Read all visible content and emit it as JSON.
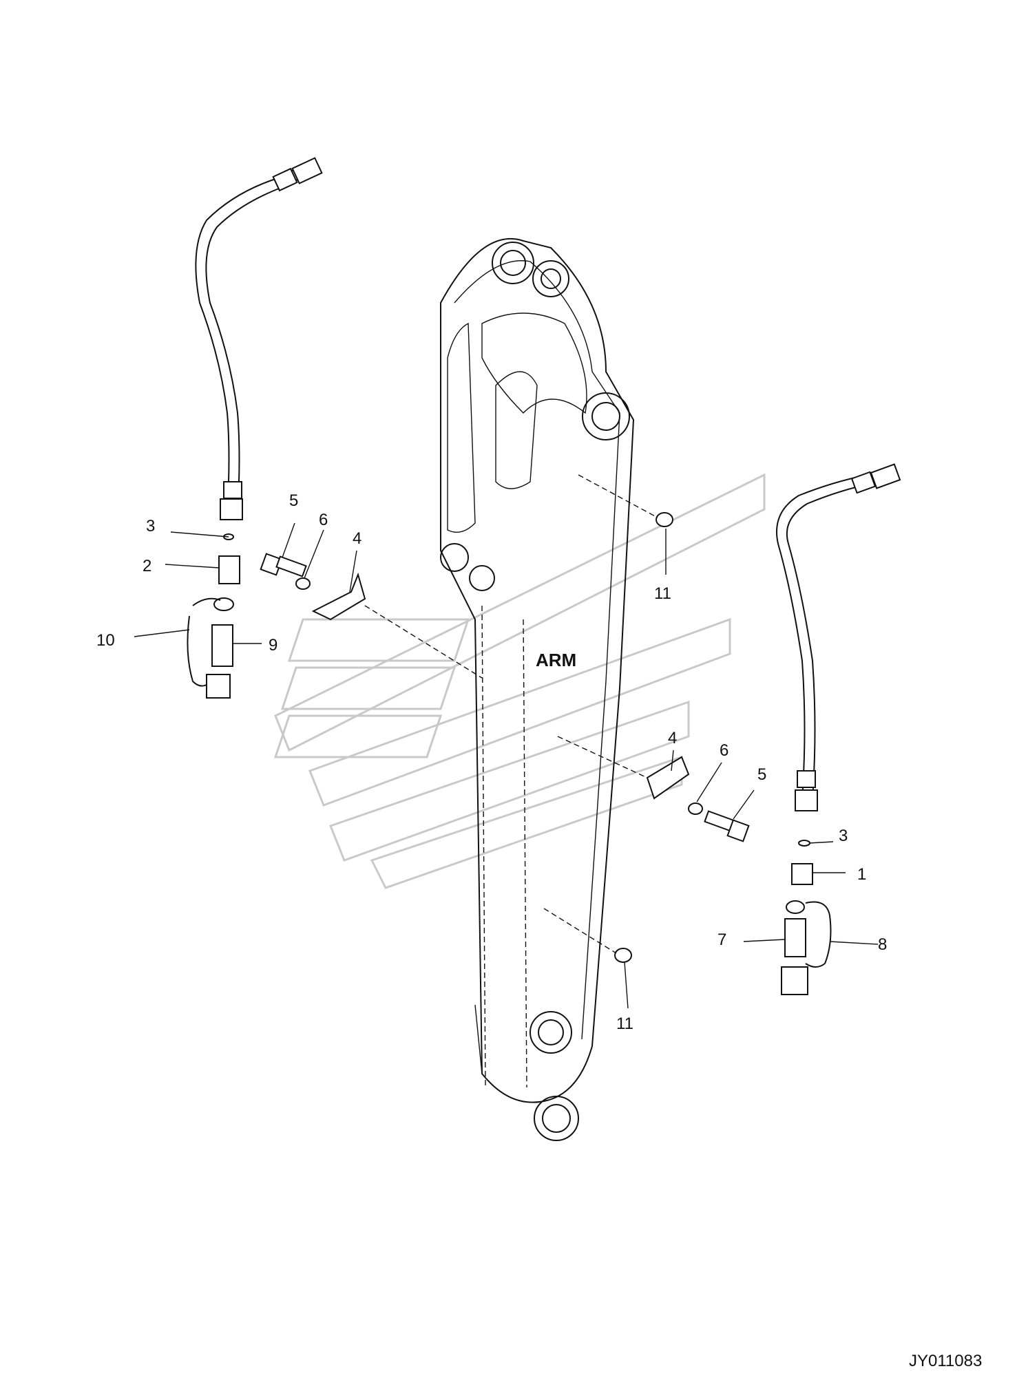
{
  "arm_label": "ARM",
  "drawing_code": "JY011083",
  "callouts": {
    "c1": "1",
    "c2": "2",
    "c3_left": "3",
    "c3_right": "3",
    "c4_left": "4",
    "c4_right": "4",
    "c5_left": "5",
    "c5_right": "5",
    "c6_left": "6",
    "c6_right": "6",
    "c7": "7",
    "c8": "8",
    "c9": "9",
    "c10": "10",
    "c11_top": "11",
    "c11_bottom": "11"
  }
}
